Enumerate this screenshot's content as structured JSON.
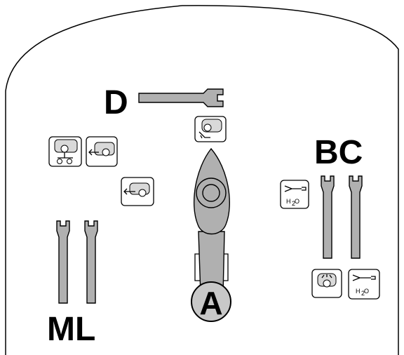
{
  "labels": {
    "d": "D",
    "bc": "BC",
    "ml": "ML",
    "a": "A"
  },
  "water_label": "H",
  "water_subscript": "2",
  "water_tail": "O",
  "colors": {
    "lever_fill": "#b0b0b0",
    "icon_fill": "#d9d9d9",
    "outline": "#000000"
  },
  "icons": [
    "loader-bucket-tractor-icon",
    "trailer-hitch-icon",
    "trailer-hitch-icon",
    "front-loader-icon",
    "water-spray-icon",
    "rotating-beacon-icon",
    "water-spray-icon"
  ]
}
